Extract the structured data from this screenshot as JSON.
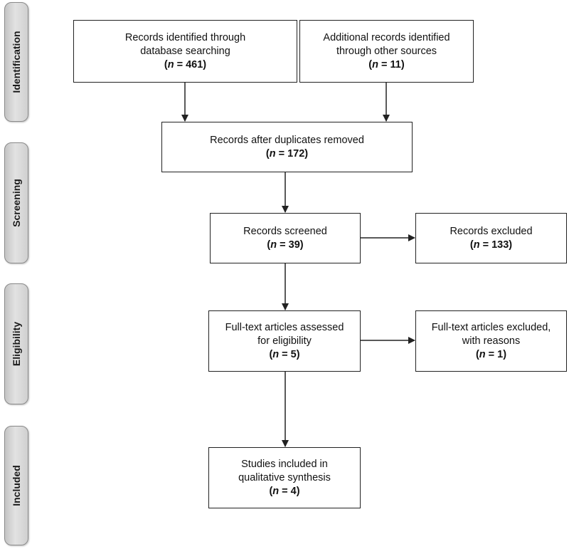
{
  "phases": {
    "identification": "Identification",
    "screening": "Screening",
    "eligibility": "Eligibility",
    "included": "Included"
  },
  "boxes": {
    "database_records": {
      "line1": "Records identified through",
      "line2": "database searching",
      "n_label": "n",
      "n_rest": " = 461)"
    },
    "other_records": {
      "line1": "Additional records identified",
      "line2": "through other sources",
      "n_label": "n",
      "n_rest": " = 11)"
    },
    "after_duplicates": {
      "line1": "Records after duplicates removed",
      "n_label": "n",
      "n_rest": " = 172)"
    },
    "screened": {
      "line1": "Records screened",
      "n_label": "n",
      "n_rest": " = 39)"
    },
    "excluded": {
      "line1": "Records excluded",
      "n_label": "n",
      "n_rest": " = 133)"
    },
    "fulltext_assessed": {
      "line1": "Full-text articles assessed",
      "line2": "for eligibility",
      "n_label": "n",
      "n_rest": " = 5)"
    },
    "fulltext_excluded": {
      "line1": "Full-text articles excluded,",
      "line2": "with reasons",
      "n_label": "n",
      "n_rest": " = 1)"
    },
    "included_studies": {
      "line1": "Studies included in",
      "line2": "qualitative synthesis",
      "n_label": "n",
      "n_rest": " = 4)"
    }
  },
  "colors": {
    "phase_fill": "#d4d4d4",
    "border": "#222222",
    "arrow": "#222222"
  }
}
